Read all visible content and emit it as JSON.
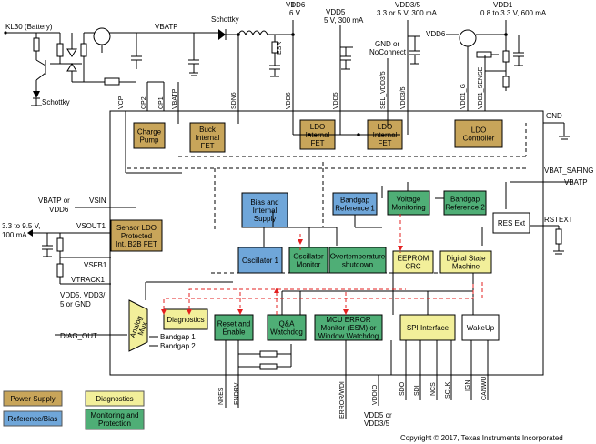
{
  "colors": {
    "power_supply": "#c8a55a",
    "diagnostics": "#f2ef9a",
    "reference_bias": "#6fa6d9",
    "monitoring_protection": "#4fae76",
    "gray_block": "#dcdcdc",
    "white_block": "#ffffff",
    "red_dashed": "#e32020"
  },
  "top_rails": {
    "kl30": "KL30 (Battery)",
    "vbatp": "VBATP",
    "schottky_top": "Schottky",
    "schottky_left": "Schottky",
    "vdd6_name": "VDD6",
    "vdd6_value": "6 V",
    "vdd5_name": "VDD5",
    "vdd5_value": "5 V, 300 mA",
    "gnd_noconnect_1": "GND or",
    "gnd_noconnect_2": "NoConnect",
    "vdd35_name": "VDD3/5",
    "vdd35_value": "3.3 or 5 V, 300 mA",
    "vdd1_name": "VDD1",
    "vdd1_value": "0.8 to 3.3 V, 600 mA",
    "vdd6_right": "VDD6",
    "esr": "ESR"
  },
  "pins_top": {
    "vcp": "VCP",
    "cp2": "CP2",
    "cp1": "CP1",
    "vbatp": "VBATP",
    "sdn6": "SDN6",
    "vdd6": "VDD6",
    "vdd5": "VDD5",
    "sel_vdd35": "SEL_VDD3/5",
    "vdd35": "VDD3/5",
    "vdd1_g": "VDD1_G",
    "vdd1_sense": "VDD1_SENSE"
  },
  "pins_left": {
    "vbatp_or_vdd6_1": "VBATP or",
    "vbatp_or_vdd6_2": "VDD6",
    "vsin": "VSIN",
    "vsout1": "VSOUT1",
    "out_range_1": "3.3 to 9.5 V,",
    "out_range_2": "100 mA",
    "vsfb1": "VSFB1",
    "vtrack1": "VTRACK1",
    "vdd_opts_1": "VDD5, VDD3/",
    "vdd_opts_2": "5 or GND",
    "diag_out": "DIAG_OUT",
    "bandgap1": "Bandgap 1",
    "bandgap2": "Bandgap 2"
  },
  "pins_right": {
    "gnd": "GND",
    "vbat_safing": "VBAT_SAFING",
    "vbatp": "VBATP",
    "rstext": "RSTEXT"
  },
  "pins_bottom": {
    "nres": "NRES",
    "endrv": "ENDRV",
    "error_wdi": "ERROR/WDI",
    "vddio": "VDDIO",
    "sdo": "SDO",
    "sdi": "SDI",
    "ncs": "NCS",
    "sclk": "SCLK",
    "ign": "IGN",
    "canwu": "CANWU",
    "vdd5_or_vdd35_1": "VDD5 or",
    "vdd5_or_vdd35_2": "VDD3/5"
  },
  "blocks": {
    "charge_pump": [
      "Charge",
      "Pump"
    ],
    "buck_fet": [
      "Buck",
      "Internal",
      "FET"
    ],
    "ldo_fet_1": [
      "LDO",
      "Internal",
      "FET"
    ],
    "ldo_fet_2": [
      "LDO",
      "Internal",
      "FET"
    ],
    "ldo_controller": [
      "LDO",
      "Controller"
    ],
    "bias_supply": [
      "Bias and",
      "Internal",
      "Supply"
    ],
    "bandgap_ref_1": [
      "Bandgap",
      "Reference 1"
    ],
    "voltage_monitoring": [
      "Voltage",
      "Monitoring"
    ],
    "bandgap_ref_2": [
      "Bandgap",
      "Reference 2"
    ],
    "res_ext": [
      "RES Ext"
    ],
    "sensor_ldo": [
      "Sensor LDO",
      "Protected",
      "Int. B2B FET"
    ],
    "oscillator_1": [
      "Oscillator 1"
    ],
    "oscillator_monitor": [
      "Oscillator",
      "Monitor"
    ],
    "overtemp": [
      "Overtemperature",
      "shutdown"
    ],
    "eeprom_crc": [
      "EEPROM",
      "CRC"
    ],
    "digital_state_machine": [
      "Digital State",
      "Machine"
    ],
    "diagnostics": [
      "Diagnostics"
    ],
    "analog_mux": [
      "Analog",
      "Mux"
    ],
    "reset_enable": [
      "Reset and",
      "Enable"
    ],
    "qa_watchdog": [
      "Q&A",
      "Watchdog"
    ],
    "mcu_error": [
      "MCU ERROR",
      "Monitor (ESM) or",
      "Window Watchdog"
    ],
    "spi_interface": [
      "SPI Interface"
    ],
    "wakeup": [
      "WakeUp"
    ]
  },
  "legend": {
    "power_supply": "Power Supply",
    "diagnostics": "Diagnostics",
    "reference_bias": "Reference/Bias",
    "monitoring_1": "Monitoring and",
    "monitoring_2": "Protection"
  },
  "copyright": "Copyright © 2017, Texas Instruments Incorporated"
}
